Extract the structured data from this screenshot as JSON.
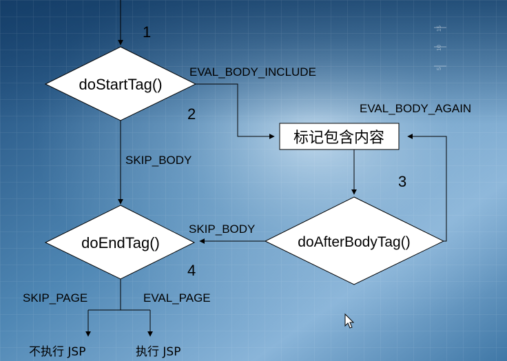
{
  "nodes": {
    "start": "doStartTag()",
    "end": "doEndTag()",
    "after_body": "doAfterBodyTag()",
    "body": "标记包含内容"
  },
  "edges": {
    "eval_body_include": "EVAL_BODY_INCLUDE",
    "eval_body_again": "EVAL_BODY_AGAIN",
    "skip_body_1": "SKIP_BODY",
    "skip_body_2": "SKIP_BODY",
    "skip_page": "SKIP_PAGE",
    "eval_page": "EVAL_PAGE"
  },
  "step_numbers": {
    "n1": "1",
    "n2": "2",
    "n3": "3",
    "n4": "4"
  },
  "outcomes": {
    "not_execute": "不执行 JSP",
    "execute": "执行 JSP"
  },
  "background_scale": {
    "t15": "15",
    "t10": "10",
    "t5": "5"
  },
  "colors": {
    "background_dark": "#1d4a78",
    "background_light": "#9fc3e0",
    "shape_fill": "#ffffff",
    "line": "#000000"
  }
}
